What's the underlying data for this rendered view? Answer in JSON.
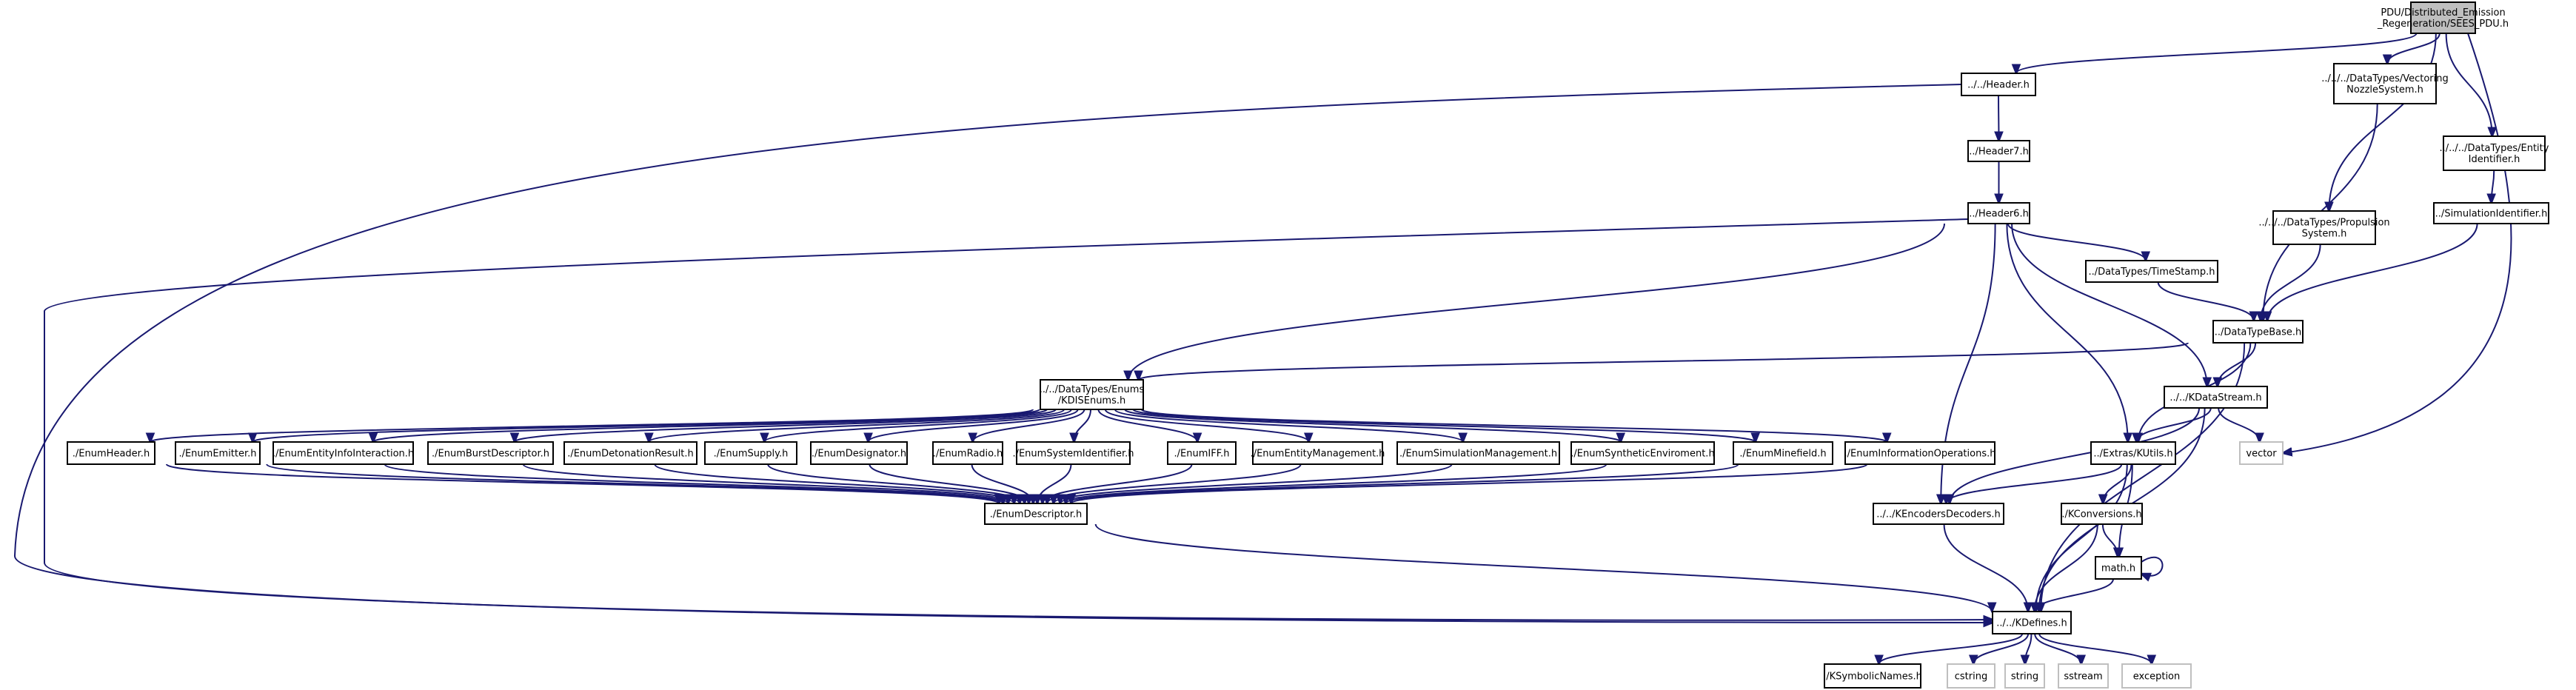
{
  "nodes": [
    {
      "id": "root",
      "lines": [
        "PDU/Distributed_Emission",
        "_Regeneration/SEES_PDU.h"
      ],
      "kind": "root"
    },
    {
      "id": "header",
      "lines": [
        "../../Header.h"
      ]
    },
    {
      "id": "vect",
      "lines": [
        "../../../DataTypes/Vectoring",
        "NozzleSystem.h"
      ]
    },
    {
      "id": "entid",
      "lines": [
        "../../../DataTypes/Entity",
        "Identifier.h"
      ]
    },
    {
      "id": "header7",
      "lines": [
        "../Header7.h"
      ]
    },
    {
      "id": "simid",
      "lines": [
        "../SimulationIdentifier.h"
      ]
    },
    {
      "id": "header6",
      "lines": [
        "../Header6.h"
      ]
    },
    {
      "id": "prop",
      "lines": [
        "../../../DataTypes/Propulsion",
        "System.h"
      ]
    },
    {
      "id": "timestamp",
      "lines": [
        "../DataTypes/TimeStamp.h"
      ]
    },
    {
      "id": "dtb",
      "lines": [
        "../DataTypeBase.h"
      ]
    },
    {
      "id": "kdis",
      "lines": [
        "../../DataTypes/Enums",
        "/KDISEnums.h"
      ]
    },
    {
      "id": "kds",
      "lines": [
        "../../KDataStream.h"
      ]
    },
    {
      "id": "vector",
      "lines": [
        "vector"
      ],
      "kind": "ext"
    },
    {
      "id": "eheader",
      "lines": [
        "./EnumHeader.h"
      ]
    },
    {
      "id": "eemit",
      "lines": [
        "./EnumEmitter.h"
      ]
    },
    {
      "id": "einfo",
      "lines": [
        "./EnumEntityInfoInteraction.h"
      ]
    },
    {
      "id": "eburst",
      "lines": [
        "./EnumBurstDescriptor.h"
      ]
    },
    {
      "id": "edet",
      "lines": [
        "./EnumDetonationResult.h"
      ]
    },
    {
      "id": "esup",
      "lines": [
        "./EnumSupply.h"
      ]
    },
    {
      "id": "edesig",
      "lines": [
        "./EnumDesignator.h"
      ]
    },
    {
      "id": "eradio",
      "lines": [
        "./EnumRadio.h"
      ]
    },
    {
      "id": "esysid",
      "lines": [
        "./EnumSystemIdentifier.h"
      ]
    },
    {
      "id": "eiff",
      "lines": [
        "./EnumIFF.h"
      ]
    },
    {
      "id": "eentm",
      "lines": [
        "./EnumEntityManagement.h"
      ]
    },
    {
      "id": "esimm",
      "lines": [
        "./EnumSimulationManagement.h"
      ]
    },
    {
      "id": "esynth",
      "lines": [
        "./EnumSyntheticEnviroment.h"
      ]
    },
    {
      "id": "emine",
      "lines": [
        "./EnumMinefield.h"
      ]
    },
    {
      "id": "einfop",
      "lines": [
        "./EnumInformationOperations.h"
      ]
    },
    {
      "id": "kutils",
      "lines": [
        "../Extras/KUtils.h"
      ]
    },
    {
      "id": "edesc",
      "lines": [
        "./EnumDescriptor.h"
      ]
    },
    {
      "id": "kenc",
      "lines": [
        "../../KEncodersDecoders.h"
      ]
    },
    {
      "id": "kconv",
      "lines": [
        "./KConversions.h"
      ]
    },
    {
      "id": "math",
      "lines": [
        "math.h"
      ]
    },
    {
      "id": "kdef",
      "lines": [
        "../../KDefines.h"
      ]
    },
    {
      "id": "ksym",
      "lines": [
        "./KSymbolicNames.h"
      ]
    },
    {
      "id": "cstring",
      "lines": [
        "cstring"
      ],
      "kind": "ext"
    },
    {
      "id": "string",
      "lines": [
        "string"
      ],
      "kind": "ext"
    },
    {
      "id": "sstream",
      "lines": [
        "sstream"
      ],
      "kind": "ext"
    },
    {
      "id": "exception",
      "lines": [
        "exception"
      ],
      "kind": "ext"
    }
  ],
  "edges": [
    [
      "root",
      "header"
    ],
    [
      "root",
      "vect"
    ],
    [
      "root",
      "entid"
    ],
    [
      "root",
      "prop"
    ],
    [
      "root",
      "vector"
    ],
    [
      "header",
      "header7"
    ],
    [
      "header",
      "kdef"
    ],
    [
      "header7",
      "header6"
    ],
    [
      "header6",
      "timestamp"
    ],
    [
      "header6",
      "kdis"
    ],
    [
      "header6",
      "kds"
    ],
    [
      "header6",
      "kutils"
    ],
    [
      "header6",
      "kenc"
    ],
    [
      "header6",
      "kdef"
    ],
    [
      "vect",
      "dtb"
    ],
    [
      "entid",
      "simid"
    ],
    [
      "simid",
      "dtb"
    ],
    [
      "prop",
      "dtb"
    ],
    [
      "timestamp",
      "dtb"
    ],
    [
      "dtb",
      "kdis"
    ],
    [
      "dtb",
      "kds"
    ],
    [
      "dtb",
      "kutils"
    ],
    [
      "dtb",
      "kdef"
    ],
    [
      "kdis",
      "eheader"
    ],
    [
      "kdis",
      "eemit"
    ],
    [
      "kdis",
      "einfo"
    ],
    [
      "kdis",
      "eburst"
    ],
    [
      "kdis",
      "edet"
    ],
    [
      "kdis",
      "esup"
    ],
    [
      "kdis",
      "edesig"
    ],
    [
      "kdis",
      "eradio"
    ],
    [
      "kdis",
      "esysid"
    ],
    [
      "kdis",
      "eiff"
    ],
    [
      "kdis",
      "eentm"
    ],
    [
      "kdis",
      "esimm"
    ],
    [
      "kdis",
      "esynth"
    ],
    [
      "kdis",
      "emine"
    ],
    [
      "kdis",
      "einfop"
    ],
    [
      "eheader",
      "edesc"
    ],
    [
      "eemit",
      "edesc"
    ],
    [
      "einfo",
      "edesc"
    ],
    [
      "eburst",
      "edesc"
    ],
    [
      "edet",
      "edesc"
    ],
    [
      "esup",
      "edesc"
    ],
    [
      "edesig",
      "edesc"
    ],
    [
      "eradio",
      "edesc"
    ],
    [
      "esysid",
      "edesc"
    ],
    [
      "eiff",
      "edesc"
    ],
    [
      "eentm",
      "edesc"
    ],
    [
      "esimm",
      "edesc"
    ],
    [
      "esynth",
      "edesc"
    ],
    [
      "emine",
      "edesc"
    ],
    [
      "einfop",
      "edesc"
    ],
    [
      "edesc",
      "kdef"
    ],
    [
      "kds",
      "kutils"
    ],
    [
      "kds",
      "vector"
    ],
    [
      "kds",
      "kenc"
    ],
    [
      "kds",
      "kdef"
    ],
    [
      "kutils",
      "kenc"
    ],
    [
      "kutils",
      "kconv"
    ],
    [
      "kutils",
      "math"
    ],
    [
      "kutils",
      "kdef"
    ],
    [
      "kconv",
      "math"
    ],
    [
      "kconv",
      "kdef"
    ],
    [
      "math",
      "math"
    ],
    [
      "math",
      "kdef"
    ],
    [
      "kenc",
      "kdef"
    ],
    [
      "kdef",
      "ksym"
    ],
    [
      "kdef",
      "cstring"
    ],
    [
      "kdef",
      "string"
    ],
    [
      "kdef",
      "sstream"
    ],
    [
      "kdef",
      "exception"
    ]
  ]
}
